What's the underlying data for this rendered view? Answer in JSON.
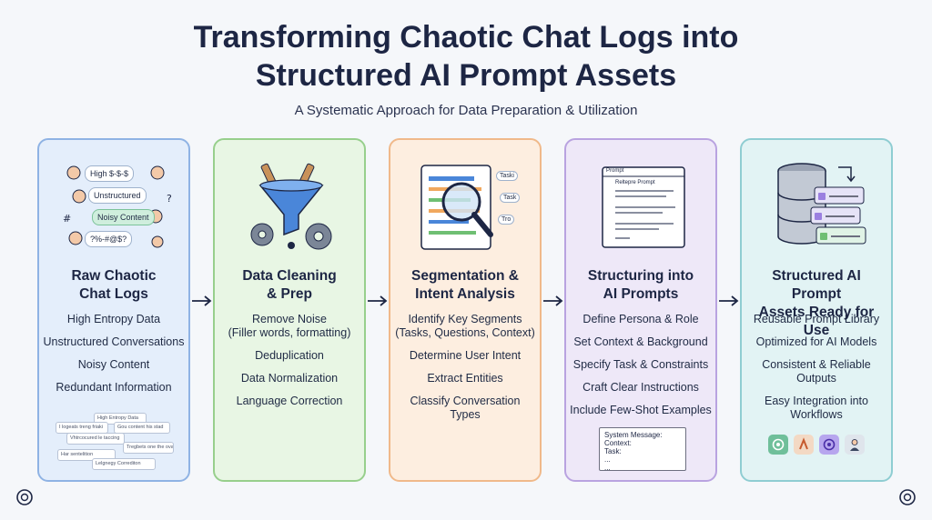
{
  "header": {
    "title_line1": "Transforming Chaotic Chat Logs into",
    "title_line2": "Structured AI Prompt Assets",
    "subtitle": "A Systematic Approach for Data Preparation & Utilization"
  },
  "cards": [
    {
      "title_line1": "Raw Chaotic",
      "title_line2": "Chat Logs",
      "items": [
        "High Entropy Data",
        "Unstructured Conversations",
        "Noisy Content",
        "Redundant Information"
      ],
      "bubbles": [
        "High $-$-$",
        "Unstructured",
        "Noisy Content",
        "?%-#@$?"
      ],
      "notes": [
        "High Entropy Data",
        "I logeats treng friaki",
        "Gou content his stad",
        "Vhtrcocured le taccing",
        "Tregbets one the ovad",
        "Har sentelition",
        "Lelgnegy Correditon"
      ]
    },
    {
      "title_line1": "Data Cleaning",
      "title_line2": "& Prep",
      "items": [
        "Remove Noise",
        "(Filler words, formatting)",
        "Deduplication",
        "Data Normalization",
        "Language Correction"
      ]
    },
    {
      "title_line1": "Segmentation &",
      "title_line2": "Intent Analysis",
      "items": [
        "Identify Key Segments",
        "(Tasks, Questions, Context)",
        "Determine User Intent",
        "Extract Entities",
        "Classify Conversation",
        "Types"
      ],
      "tags": [
        "Taski",
        "Task",
        "Tro"
      ]
    },
    {
      "title_line1": "Structuring into",
      "title_line2": "AI Prompts",
      "items": [
        "Define Persona & Role",
        "Set Context & Background",
        "Specify Task & Constraints",
        "Craft Clear Instructions",
        "Include Few-Shot Examples"
      ],
      "doc_header": "Prompt",
      "doc_title": "Reltepre Prompt",
      "system_box": [
        "System Message:",
        "Context:",
        "Task:",
        "...",
        "..."
      ]
    },
    {
      "title_line1": "Structured AI Prompt",
      "title_line2": "Assets Ready for Use",
      "items": [
        "Reusable Prompt Library",
        "Optimized for AI Models",
        "Consistent & Reliable",
        "Outputs",
        "Easy Integration into",
        "Workflows"
      ]
    }
  ],
  "colors": {
    "blue_card": "#e4eefb",
    "green_card": "#e8f6e4",
    "orange_card": "#fdeee0",
    "purple_card": "#eee8f8",
    "teal_card": "#e2f3f4",
    "title": "#1d2644"
  },
  "icons": [
    "chat-bubbles-icon",
    "filter-brush-gear-icon",
    "magnifier-document-icon",
    "prompt-document-icon",
    "database-cards-icon",
    "arrow-right-icon",
    "openai-logo-icon"
  ]
}
